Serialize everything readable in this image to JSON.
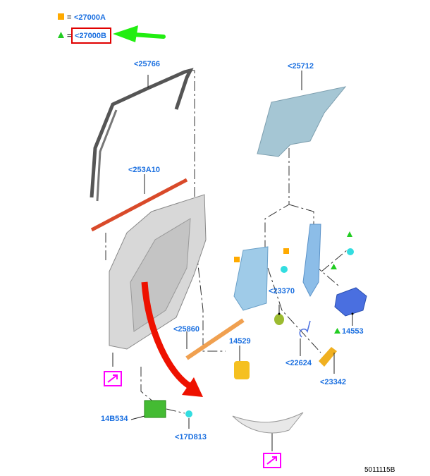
{
  "legend": {
    "square": {
      "symbol": "square",
      "label": "<27000A",
      "color": "#ffaa00"
    },
    "triangle": {
      "symbol": "triangle",
      "label": "<27000B",
      "color": "#22cc22",
      "highlight_color": "#e00000"
    },
    "pointer_arrow_color": "#22ee11"
  },
  "parts": [
    {
      "id": "p25766",
      "label": "<25766"
    },
    {
      "id": "p25712",
      "label": "<25712"
    },
    {
      "id": "p253A10",
      "label": "<253A10"
    },
    {
      "id": "p25860",
      "label": "<25860"
    },
    {
      "id": "p14529",
      "label": "14529"
    },
    {
      "id": "p23370",
      "label": "<23370"
    },
    {
      "id": "p14553",
      "label": "14553"
    },
    {
      "id": "p22624",
      "label": "<22624"
    },
    {
      "id": "p23342",
      "label": "<23342"
    },
    {
      "id": "p14B534",
      "label": "14B534"
    },
    {
      "id": "p17D813",
      "label": "<17D813"
    }
  ],
  "figure_number": "5011115B",
  "colors": {
    "label": "#1a6fe0",
    "callout": "#ff00ff",
    "big_arrow": "#ee1100"
  }
}
